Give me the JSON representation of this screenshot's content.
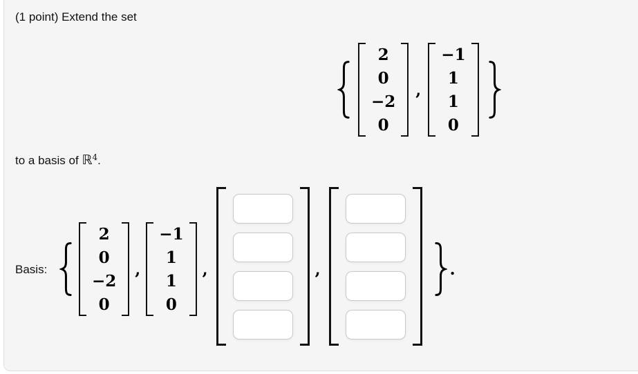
{
  "page": {
    "intro_text": "(1 point) Extend the set",
    "to_basis": {
      "prefix": "to a basis of ",
      "set_symbol": "ℝ",
      "exponent": "4",
      "period": "."
    },
    "basis_label": "Basis:"
  },
  "math": {
    "open_brace": "{",
    "close_brace": "}",
    "comma": ",",
    "final_period": ".",
    "given_vectors": [
      {
        "entries": [
          "2",
          "0",
          "−2",
          "0"
        ]
      },
      {
        "entries": [
          "−1",
          "1",
          "1",
          "0"
        ]
      }
    ],
    "answer_vectors": [
      {
        "inputs": [
          "",
          "",
          "",
          ""
        ]
      },
      {
        "inputs": [
          "",
          "",
          "",
          ""
        ]
      }
    ]
  },
  "colors": {
    "panel_background": "#f5f5f5",
    "panel_border": "#dedede",
    "input_border": "#c9c9c9",
    "text": "#111111",
    "math": "#000000"
  }
}
